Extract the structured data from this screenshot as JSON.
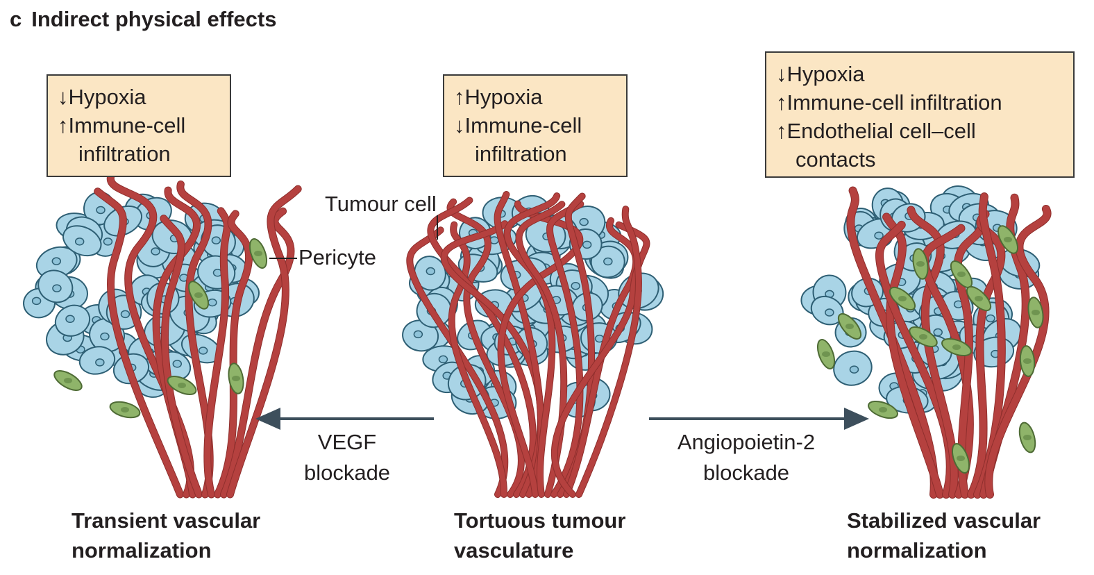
{
  "panel": {
    "letter": "c",
    "title": "Indirect physical effects"
  },
  "boxes": {
    "left": [
      "↓Hypoxia",
      "↑Immune-cell",
      "infiltration"
    ],
    "center": [
      "↑Hypoxia",
      "↓Immune-cell",
      "infiltration"
    ],
    "right": [
      "↓Hypoxia",
      "↑Immune-cell infiltration",
      "↑Endothelial cell–cell",
      "contacts"
    ]
  },
  "labels": {
    "tumour_cell": "Tumour cell",
    "pericyte": "Pericyte"
  },
  "arrows": {
    "left": {
      "line1": "VEGF",
      "line2": "blockade"
    },
    "right": {
      "line1": "Angiopoietin-2",
      "line2": "blockade"
    }
  },
  "captions": {
    "left": {
      "line1": "Transient vascular",
      "line2": "normalization"
    },
    "center": {
      "line1": "Tortuous tumour",
      "line2": "vasculature"
    },
    "right": {
      "line1": "Stabilized vascular",
      "line2": "normalization"
    }
  },
  "colors": {
    "cell_fill": "#a9d4e6",
    "cell_stroke": "#2e5f74",
    "vessel": "#b5413f",
    "vessel_dark": "#8f2f2d",
    "pericyte": "#8fb46a",
    "box_fill": "#fbe6c4",
    "arrow": "#3d4f5c"
  }
}
